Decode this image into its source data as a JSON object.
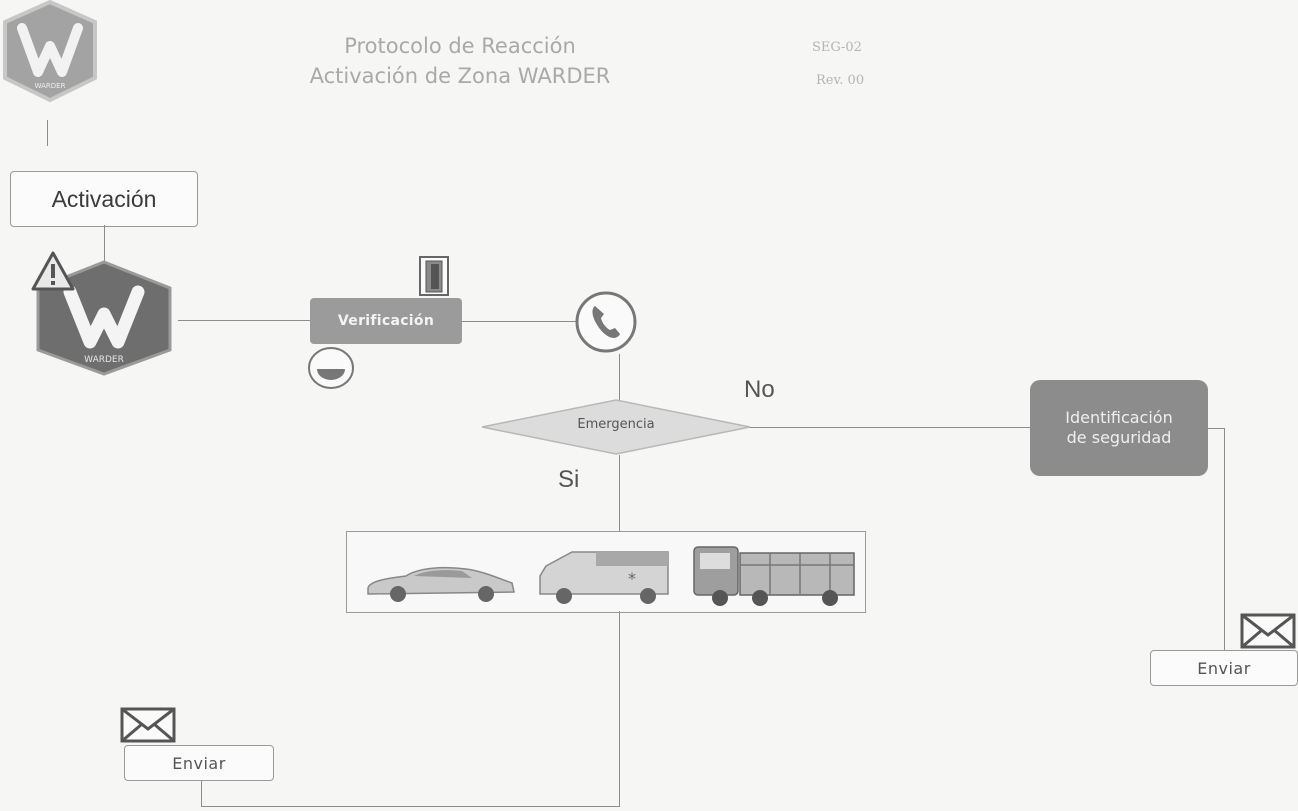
{
  "header": {
    "title_line1": "Protocolo de Reacción",
    "title_line2": "Activación de Zona WARDER",
    "code": "SEG-02",
    "revision": "Rev. 00"
  },
  "logo": {
    "letter": "W",
    "caption": "WARDER"
  },
  "flow": {
    "activacion_label": "Activación",
    "verificacion_label": "Verificación",
    "decision_label": "Emergencia",
    "branch_no": "No",
    "branch_si": "Si",
    "identificacion_line1": "Identificación",
    "identificacion_line2": "de seguridad",
    "enviar_right": "Enviar",
    "enviar_left": "Enviar"
  },
  "icons": [
    "warder-logo",
    "warning-icon",
    "door-sensor-icon",
    "motion-sensor-icon",
    "phone-icon",
    "car-icon",
    "ambulance-icon",
    "fire-truck-icon",
    "envelope-icon"
  ],
  "colors": {
    "background": "#f6f6f4",
    "verificacion_fill": "#9b9b9b",
    "identificacion_fill": "#8c8c8c",
    "logo_fill": "#6e6e6e",
    "line": "#8c8c8c"
  }
}
